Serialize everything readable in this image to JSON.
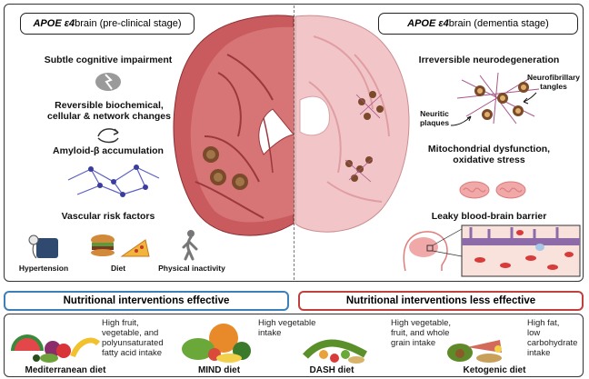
{
  "left_panel": {
    "title_prefix": "APOE ε4",
    "title_suffix": " brain (pre-clinical stage)",
    "labels": {
      "subtle": "Subtle cognitive impairment",
      "reversible": "Reversible biochemical,\ncellular & network changes",
      "amyloid": "Amyloid-β accumulation",
      "vascular": "Vascular risk factors"
    },
    "risk_factors": [
      "Hypertension",
      "Diet",
      "Physical inactivity"
    ]
  },
  "right_panel": {
    "title_prefix": "APOE ε4",
    "title_suffix": " brain (dementia stage)",
    "labels": {
      "irreversible": "Irreversible neurodegeneration",
      "neurofibrillary": "Neurofibrillary\ntangles",
      "neuritic": "Neuritic\nplaques",
      "mito": "Mitochondrial dysfunction,\noxidative stress",
      "leaky": "Leaky blood-brain barrier"
    }
  },
  "banners": {
    "effective": "Nutritional interventions effective",
    "less_effective": "Nutritional interventions less effective"
  },
  "diets": [
    {
      "name": "Mediterranean diet",
      "desc": "High fruit,\nvegetable, and\npolyunsaturated\nfatty acid intake"
    },
    {
      "name": "MIND diet",
      "desc": "High vegetable\nintake"
    },
    {
      "name": "DASH diet",
      "desc": "High vegetable,\nfruit, and whole\ngrain intake"
    },
    {
      "name": "Ketogenic diet",
      "desc": "High fat,\nlow\ncarbohydrate\nintake"
    }
  ],
  "colors": {
    "effective_border": "#3d7fb8",
    "less_effective_border": "#c0403e",
    "healthy_brain": "#c95b5e",
    "diseased_brain": "#f2c6c8",
    "plaque": "#7a4a2a"
  }
}
